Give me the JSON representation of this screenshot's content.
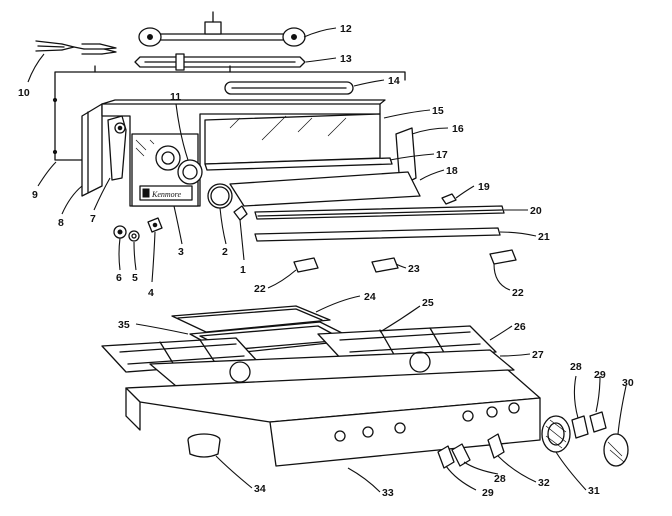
{
  "callouts": [
    {
      "id": "1",
      "label": "1"
    },
    {
      "id": "2",
      "label": "2"
    },
    {
      "id": "3",
      "label": "3"
    },
    {
      "id": "4",
      "label": "4"
    },
    {
      "id": "5",
      "label": "5"
    },
    {
      "id": "6",
      "label": "6"
    },
    {
      "id": "7",
      "label": "7"
    },
    {
      "id": "8",
      "label": "8"
    },
    {
      "id": "9",
      "label": "9"
    },
    {
      "id": "10",
      "label": "10"
    },
    {
      "id": "11",
      "label": "11"
    },
    {
      "id": "12",
      "label": "12"
    },
    {
      "id": "13",
      "label": "13"
    },
    {
      "id": "14",
      "label": "14"
    },
    {
      "id": "15",
      "label": "15"
    },
    {
      "id": "16",
      "label": "16"
    },
    {
      "id": "17",
      "label": "17"
    },
    {
      "id": "18",
      "label": "18"
    },
    {
      "id": "19",
      "label": "19"
    },
    {
      "id": "20",
      "label": "20"
    },
    {
      "id": "21",
      "label": "21"
    },
    {
      "id": "22a",
      "label": "22"
    },
    {
      "id": "22b",
      "label": "22"
    },
    {
      "id": "23",
      "label": "23"
    },
    {
      "id": "24",
      "label": "24"
    },
    {
      "id": "25",
      "label": "25"
    },
    {
      "id": "26",
      "label": "26"
    },
    {
      "id": "27",
      "label": "27"
    },
    {
      "id": "28a",
      "label": "28"
    },
    {
      "id": "28b",
      "label": "28"
    },
    {
      "id": "29a",
      "label": "29"
    },
    {
      "id": "29b",
      "label": "29"
    },
    {
      "id": "30",
      "label": "30"
    },
    {
      "id": "31",
      "label": "31"
    },
    {
      "id": "32",
      "label": "32"
    },
    {
      "id": "33",
      "label": "33"
    },
    {
      "id": "34",
      "label": "34"
    },
    {
      "id": "35",
      "label": "35"
    }
  ],
  "nameplate_text": "Kenmore"
}
